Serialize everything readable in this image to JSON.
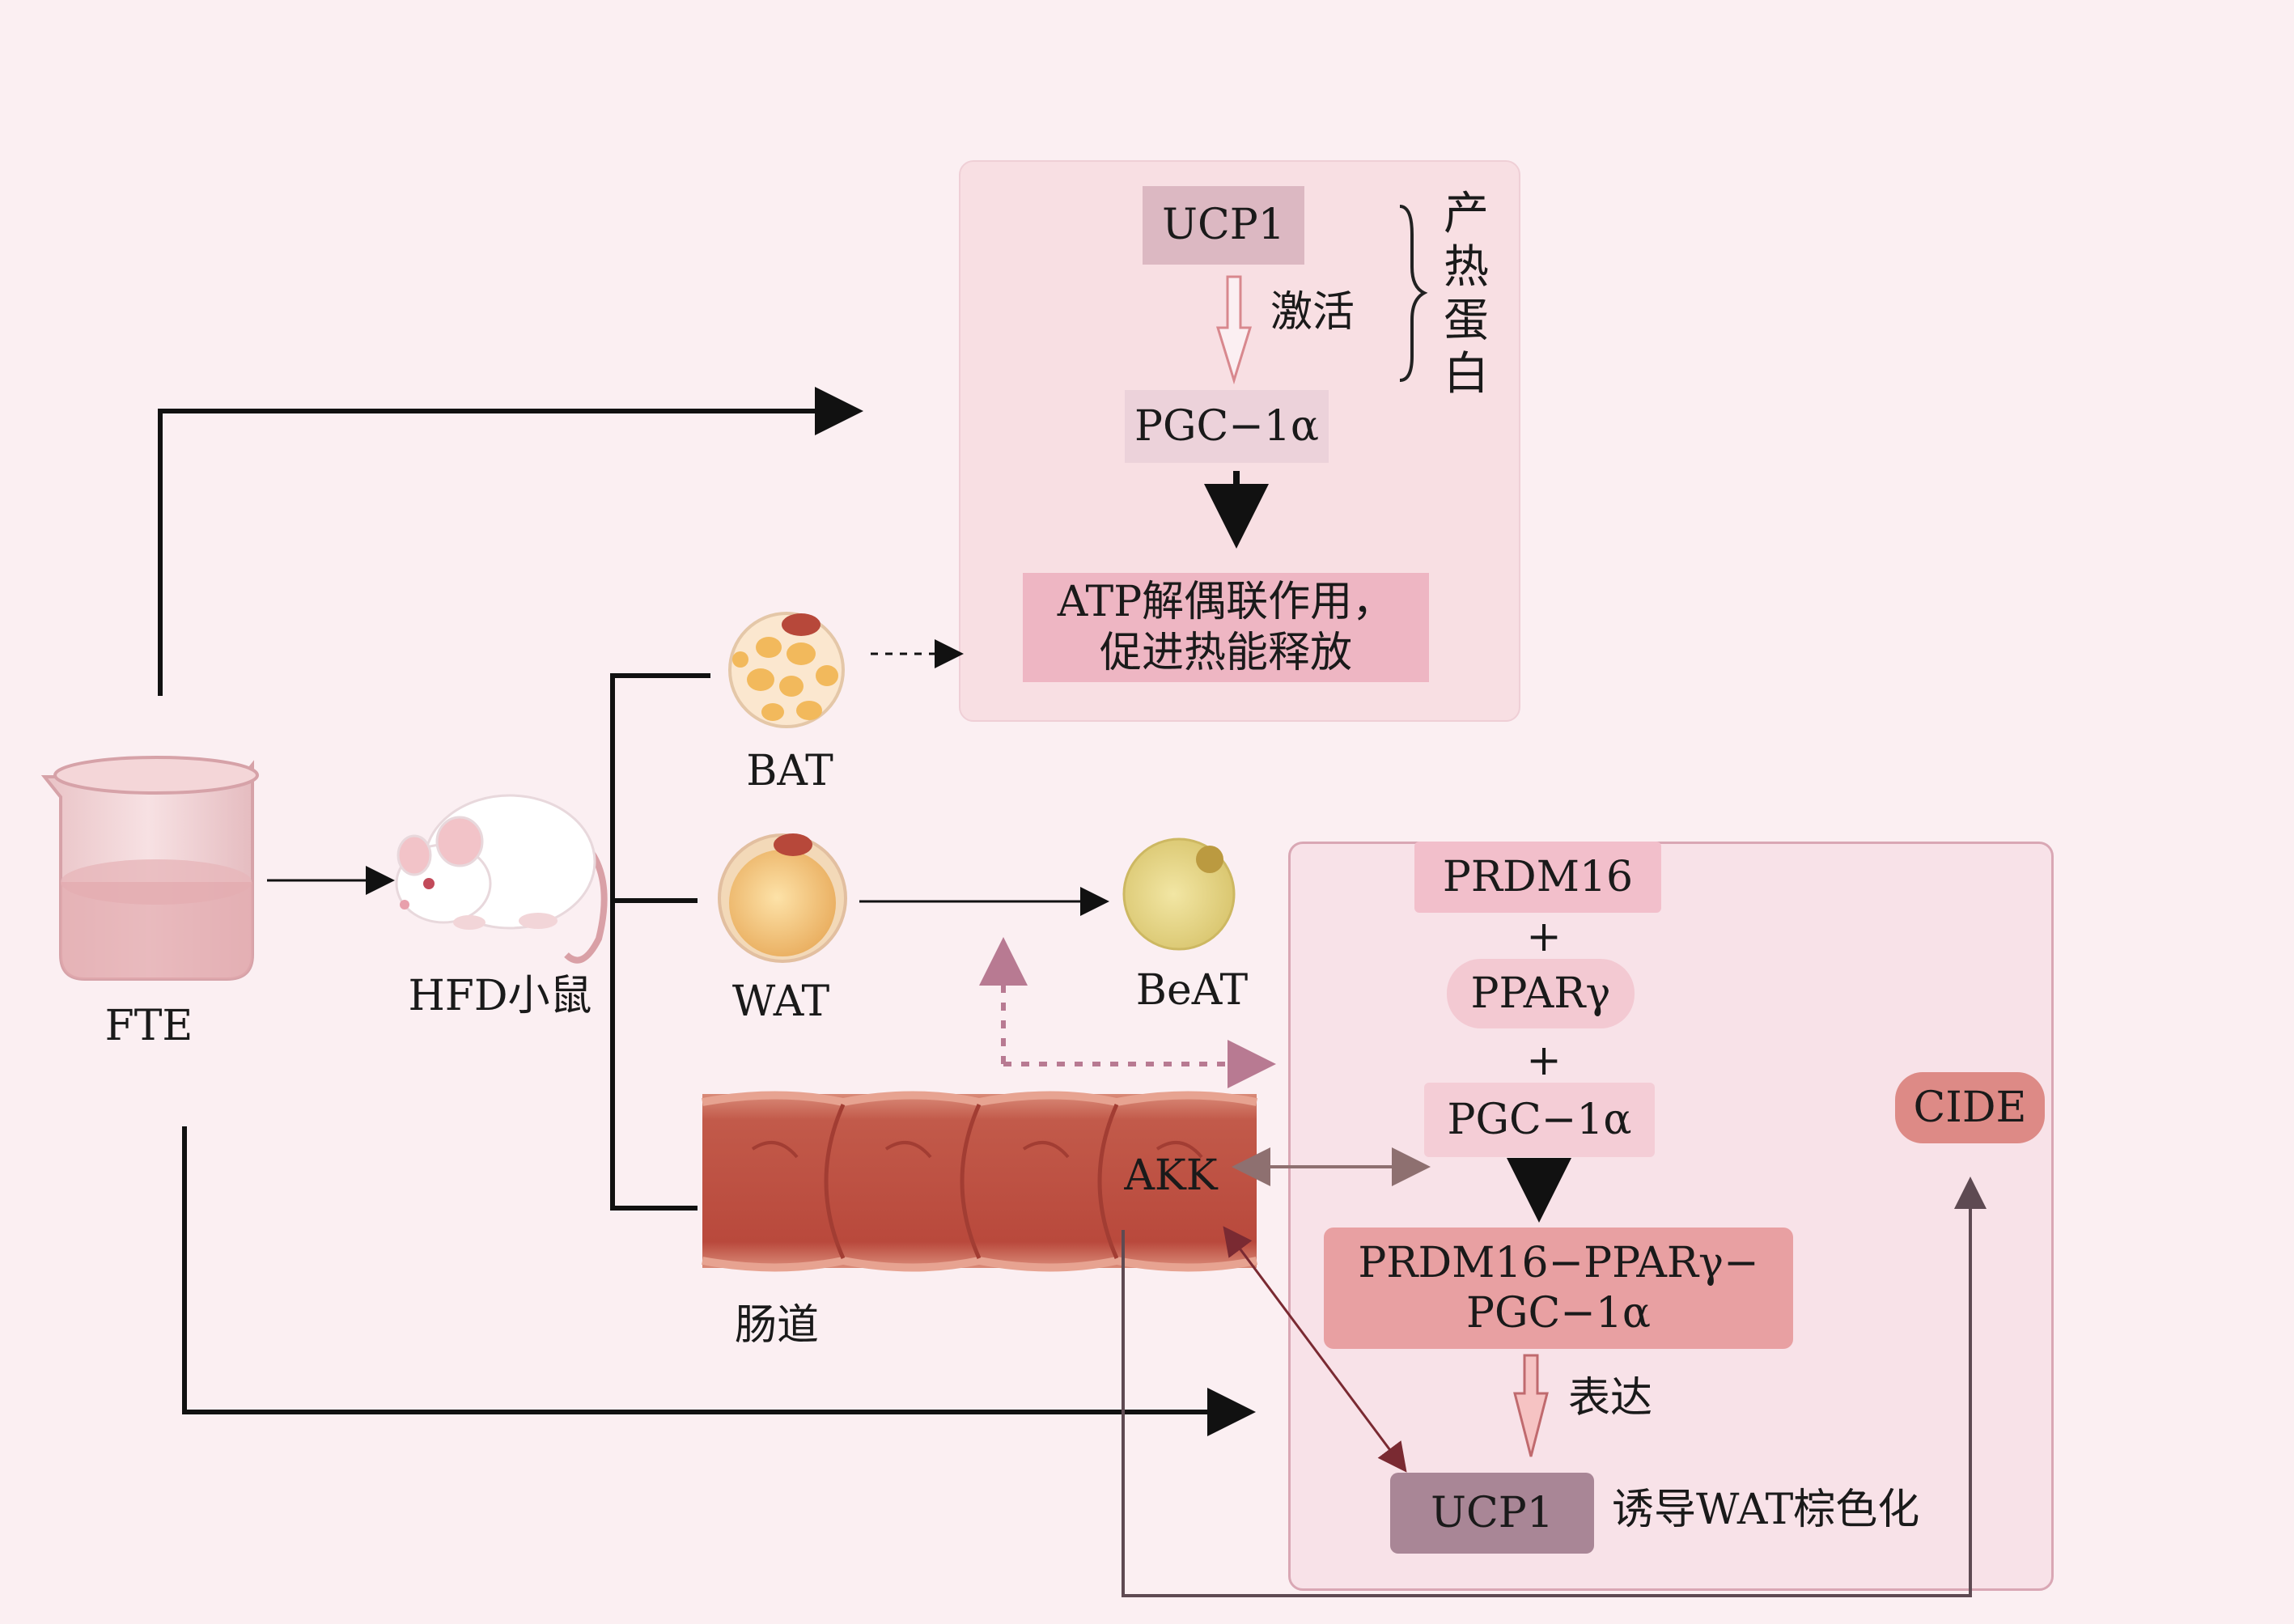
{
  "labels": {
    "fte": "FTE",
    "hfd_mouse": "HFD小鼠",
    "bat": "BAT",
    "wat": "WAT",
    "beat": "BeAT",
    "intestine": "肠道",
    "akk": "AKK"
  },
  "top_panel": {
    "ucp1": "UCP1",
    "activate": "激活",
    "pgc": "PGC−1α",
    "atp_line1": "ATP解偶联作用，",
    "atp_line2": "促进热能释放",
    "thermogenic": "产热蛋白"
  },
  "bottom_panel": {
    "prdm16": "PRDM16",
    "plus1": "+",
    "ppar": "PPARγ",
    "plus2": "+",
    "pgc": "PGC−1α",
    "complex_line1": "PRDM16−PPARγ−",
    "complex_line2": "PGC−1α",
    "express": "表达",
    "ucp1": "UCP1",
    "induce": "诱导WAT棕色化",
    "cide": "CIDE"
  },
  "colors": {
    "background": "#fbeff2",
    "panel_top": "#f8dfe3",
    "panel_bottom": "#f8e2e8",
    "box_ucp1_top": "#dcb8c2",
    "box_pgc_top": "#ecd2da",
    "box_atp": "#eeb6c3",
    "box_prdm16": "#f2bfcb",
    "box_ppar": "#f3c9d2",
    "box_pgc_bottom": "#f4cdd6",
    "box_complex": "#e8a0a2",
    "box_ucp1_bottom": "#a98696",
    "box_cide": "#dd8a86"
  }
}
